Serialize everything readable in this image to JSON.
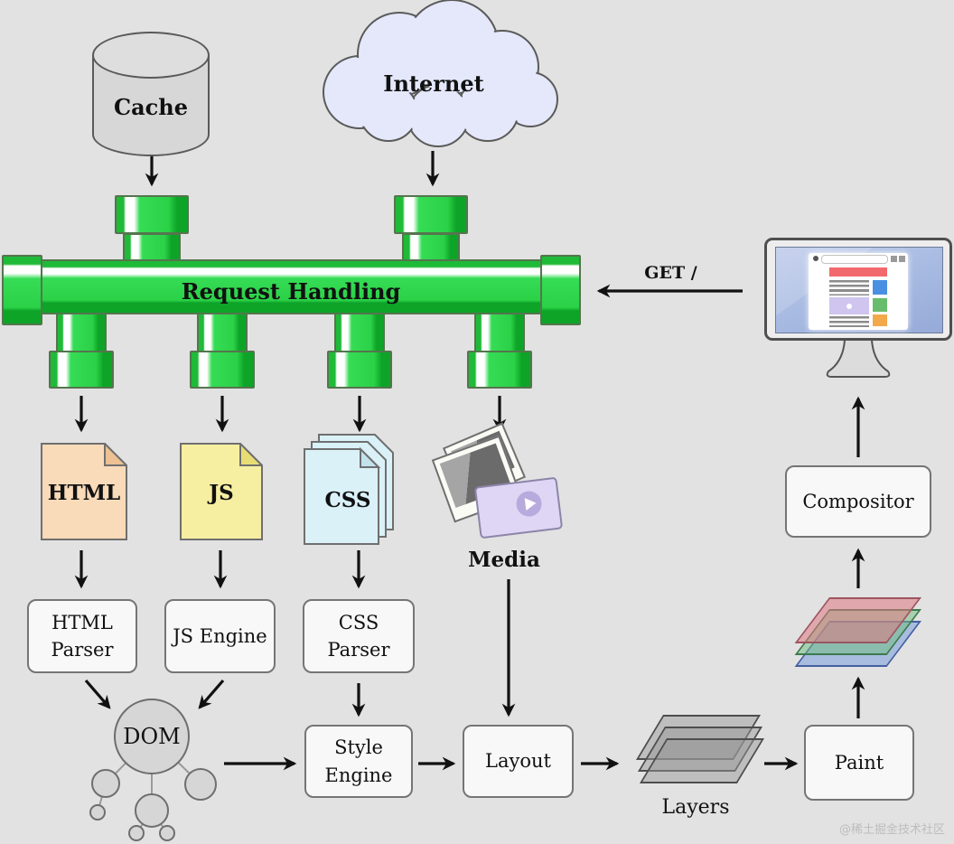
{
  "sources": {
    "cache": {
      "label": "Cache"
    },
    "internet": {
      "label": "Internet"
    }
  },
  "pipe": {
    "label": "Request Handling"
  },
  "request": {
    "label": "GET /"
  },
  "resources": {
    "html": {
      "label": "HTML"
    },
    "js": {
      "label": "JS"
    },
    "css": {
      "label": "CSS"
    },
    "media": {
      "label": "Media"
    }
  },
  "stages": {
    "html_parser": {
      "label": "HTML Parser"
    },
    "js_engine": {
      "label": "JS Engine"
    },
    "css_parser": {
      "label": "CSS Parser"
    },
    "dom": {
      "label": "DOM"
    },
    "style_engine": {
      "label": "Style Engine"
    },
    "layout": {
      "label": "Layout"
    },
    "layers": {
      "label": "Layers"
    },
    "paint": {
      "label": "Paint"
    },
    "compositor": {
      "label": "Compositor"
    }
  },
  "watermark": "@稀土掘金技术社区",
  "icons": {
    "cache": "database-cylinder-icon",
    "internet": "cloud-icon",
    "pipe": "green-pipe-manifold-icon",
    "html": "document-icon",
    "js": "document-icon",
    "css": "document-stack-icon",
    "media": "photos-and-video-icon",
    "dom": "tree-of-circles-icon",
    "layers": "stacked-gray-layers-icon",
    "rgb_layers": "stacked-rgb-layers-icon",
    "display": "monitor-icon"
  },
  "colors": {
    "background": "#e2e2e2",
    "pipe_green": "#2bd147",
    "pipe_green_dark": "#0da428",
    "html_paper": "#f9dab9",
    "js_paper": "#f6efa1",
    "css_paper": "#daf1f8",
    "media_video": "#ded6f4",
    "cloud": "#e4e8fa",
    "layer_red": "#de7882",
    "layer_green": "#6ebe7d",
    "layer_blue": "#6e96dc",
    "screen_blue": "#a6b9e1"
  }
}
